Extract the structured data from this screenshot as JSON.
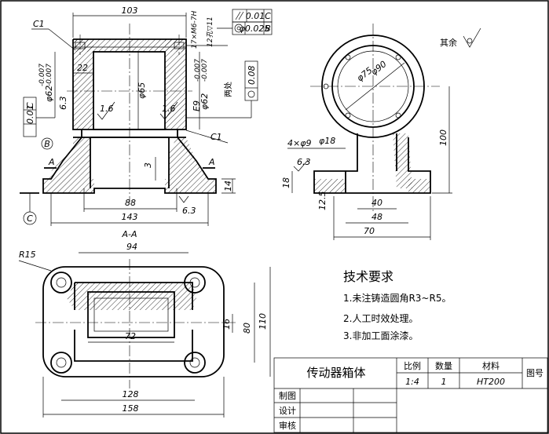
{
  "front_view": {
    "top_width": "103",
    "thread": "17×M6-7H",
    "thread_depth": "12孔▽11",
    "bore_dia": "φ65",
    "left_fit": "φ62-0.007 / -0.007",
    "left_fit_main": "φ62",
    "left_fit_up": "-0.007",
    "left_fit_low": "-0.007",
    "right_fit": "φ62-0.007 / -0.007",
    "chamfer_tl": "C1",
    "chamfer_r": "C1",
    "dim_22": "22",
    "rough_63": "6.3",
    "rough_16a": "1.6",
    "rough_16b": "1.6",
    "gap_3": "3",
    "base_88": "88",
    "base_143": "143",
    "height_14": "14",
    "rough_63b": "6.3",
    "section_a1": "A",
    "section_a2": "A",
    "datum_b": "B",
    "datum_c": "C",
    "e9": "E9",
    "both_ends": "两处"
  },
  "tolerances": {
    "parallel_value": "0.01",
    "parallel_datum": "C",
    "concentric_value": "φ0.025",
    "concentric_datum": "B",
    "left_frame_value": "0.01",
    "left_frame_datum": "C",
    "cyl_value": "0.08"
  },
  "side_view": {
    "rest_roughness": "其余",
    "dia_75": "φ75",
    "dia_90": "φ90",
    "holes": "4×φ9",
    "cbore": "φ18",
    "rough_63": "6.3",
    "h_18": "18",
    "h_100": "100",
    "h_125": "12.5",
    "w_40": "40",
    "w_48": "48",
    "w_70": "70"
  },
  "section_view": {
    "label": "A-A",
    "r15": "R15",
    "w_94": "94",
    "w_72": "72",
    "h_16": "16",
    "h_80": "80",
    "h_110": "110",
    "w_128": "128",
    "w_158": "158"
  },
  "notes": {
    "title": "技术要求",
    "items": [
      "1.未注铸造圆角R3~R5。",
      "2.人工时效处理。",
      "3.非加工面涂漆。"
    ]
  },
  "title_block": {
    "part_name": "传动器箱体",
    "scale_label": "比例",
    "scale_value": "1:4",
    "qty_label": "数量",
    "qty_value": "1",
    "material_label": "材料",
    "material_value": "HT200",
    "drawing_no_label": "图号",
    "drawn": "制图",
    "designed": "设计",
    "checked": "审核"
  }
}
